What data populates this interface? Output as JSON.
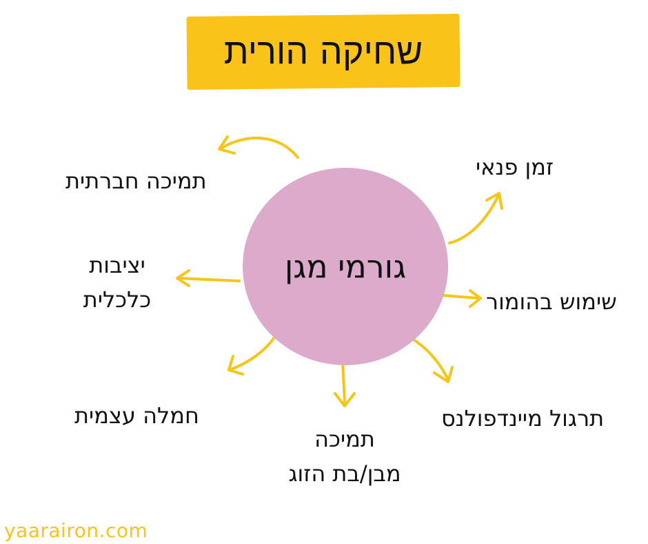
{
  "title": "שחיקה הורית",
  "center": "גורמי מגן",
  "factors": {
    "personal_time": "זמן פנאי",
    "humor": "שימוש בהומור",
    "mindfulness": "תרגול מיינדפולנס",
    "partner_support_line1": "תמיכה",
    "partner_support_line2": "מבן/בת הזוג",
    "self_compassion": "חמלה עצמית",
    "economic_stability_line1": "יציבות",
    "economic_stability_line2": "כלכלית",
    "social_support": "תמיכה חברתית"
  },
  "footer": "yaarairon.com",
  "colors": {
    "title_bg": "#f9c31a",
    "circle": "#dcaaca",
    "arrow": "#f5c518",
    "footer_text": "#f9c31a"
  }
}
